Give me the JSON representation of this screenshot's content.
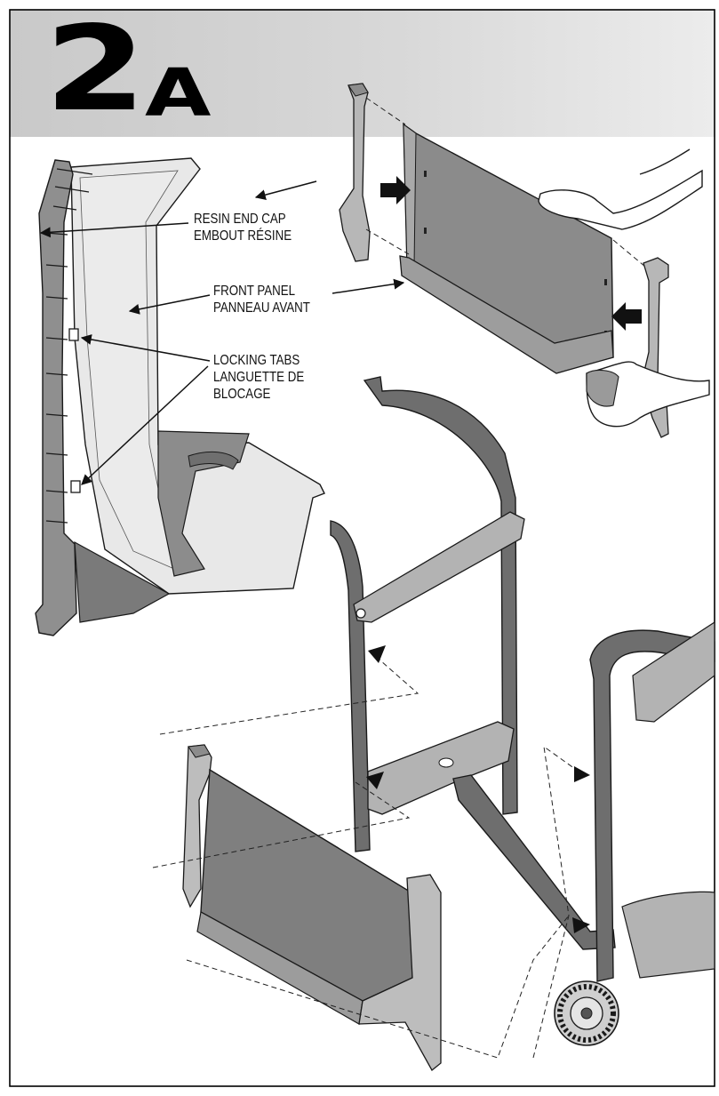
{
  "header": {
    "step_number": "2",
    "step_letter": "A"
  },
  "labels": {
    "resin_end_cap": {
      "line1": "RESIN END CAP",
      "line2": "EMBOUT RÉSINE"
    },
    "front_panel": {
      "line1": "FRONT PANEL",
      "line2": "PANNEAU AVANT"
    },
    "locking_tabs": {
      "line1": "LOCKING TABS",
      "line2": "LANGUETTE DE",
      "line3": "BLOCAGE"
    }
  },
  "colors": {
    "line": "#1a1a1a",
    "panel_fill": "#8a8a8a",
    "frame_fill": "#6c6c6c",
    "cap_fill": "#b9b9b9",
    "cap_dark": "#7d7d7d",
    "translucent": "#d4d4d4",
    "header_band": "#cfcfcf"
  }
}
